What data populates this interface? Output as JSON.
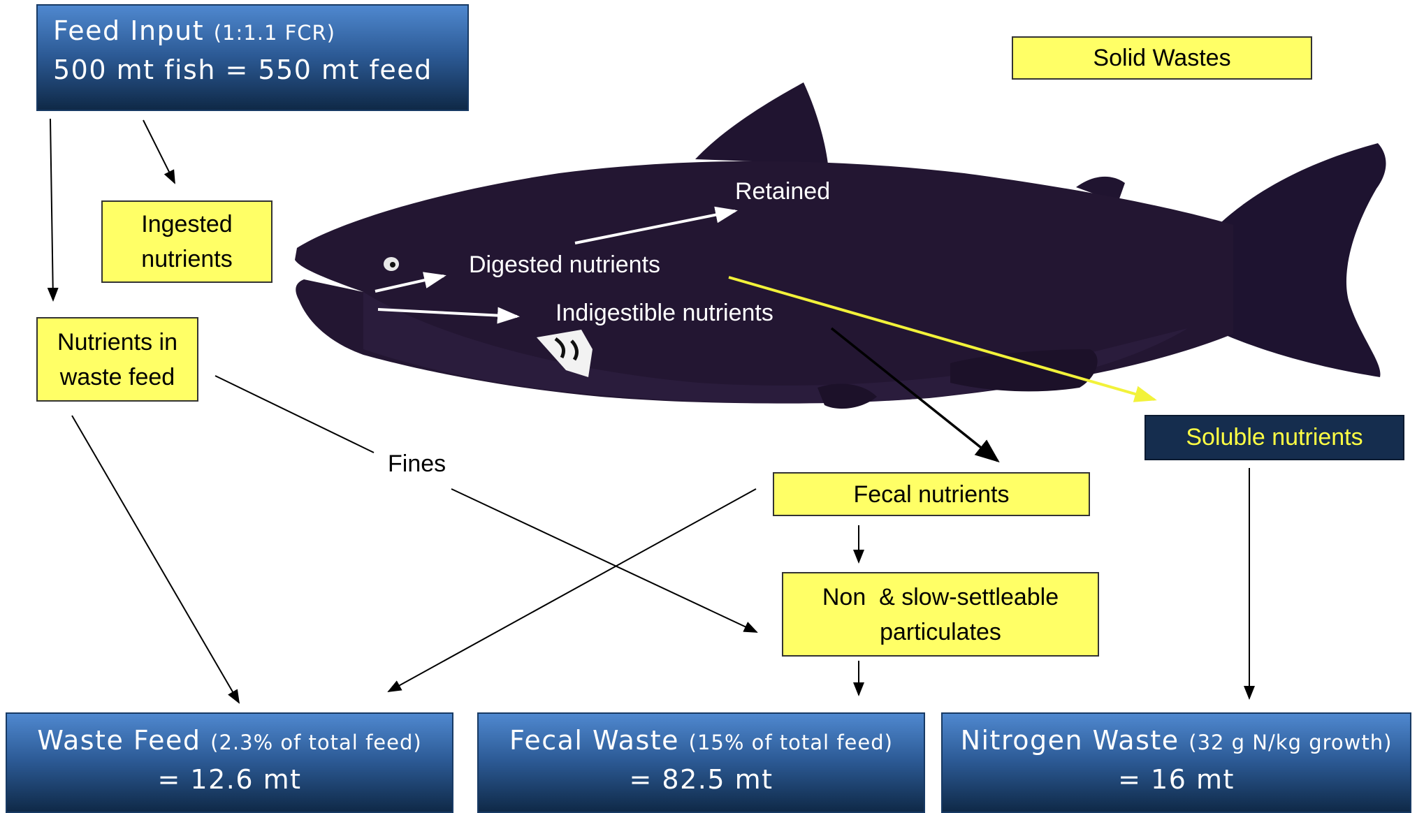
{
  "feed_input": {
    "title": "Feed Input",
    "title_note": "(1:1.1 FCR)",
    "value": "500 mt fish = 550 mt feed"
  },
  "solid_wastes": "Solid Wastes",
  "ingested": [
    "Ingested",
    "nutrients"
  ],
  "waste_feed_nutrients": [
    "Nutrients in",
    "waste feed"
  ],
  "retained": "Retained",
  "digested": "Digested nutrients",
  "indigestible": "Indigestible nutrients",
  "fines": "Fines",
  "fecal_nutrients": "Fecal nutrients",
  "particulates": [
    "Non  & slow-settleable",
    "particulates"
  ],
  "soluble": "Soluble nutrients",
  "outputs": {
    "waste_feed": {
      "title": "Waste Feed",
      "note": "(2.3% of total feed)",
      "value": "= 12.6 mt"
    },
    "fecal_waste": {
      "title": "Fecal Waste",
      "note": "(15% of total feed)",
      "value": "= 82.5 mt"
    },
    "nitrogen_waste": {
      "title": "Nitrogen Waste",
      "note": "(32 g N/kg growth)",
      "value": "= 16 mt"
    }
  },
  "colors": {
    "yellow_box": "#ffff66",
    "blue_box_top": "#4f88cf",
    "blue_box_bottom": "#0f2947",
    "fish_body": "#231632",
    "soluble_box": "#152d4e",
    "soluble_text": "#ffff44",
    "soluble_arrow": "#f2f23a"
  }
}
